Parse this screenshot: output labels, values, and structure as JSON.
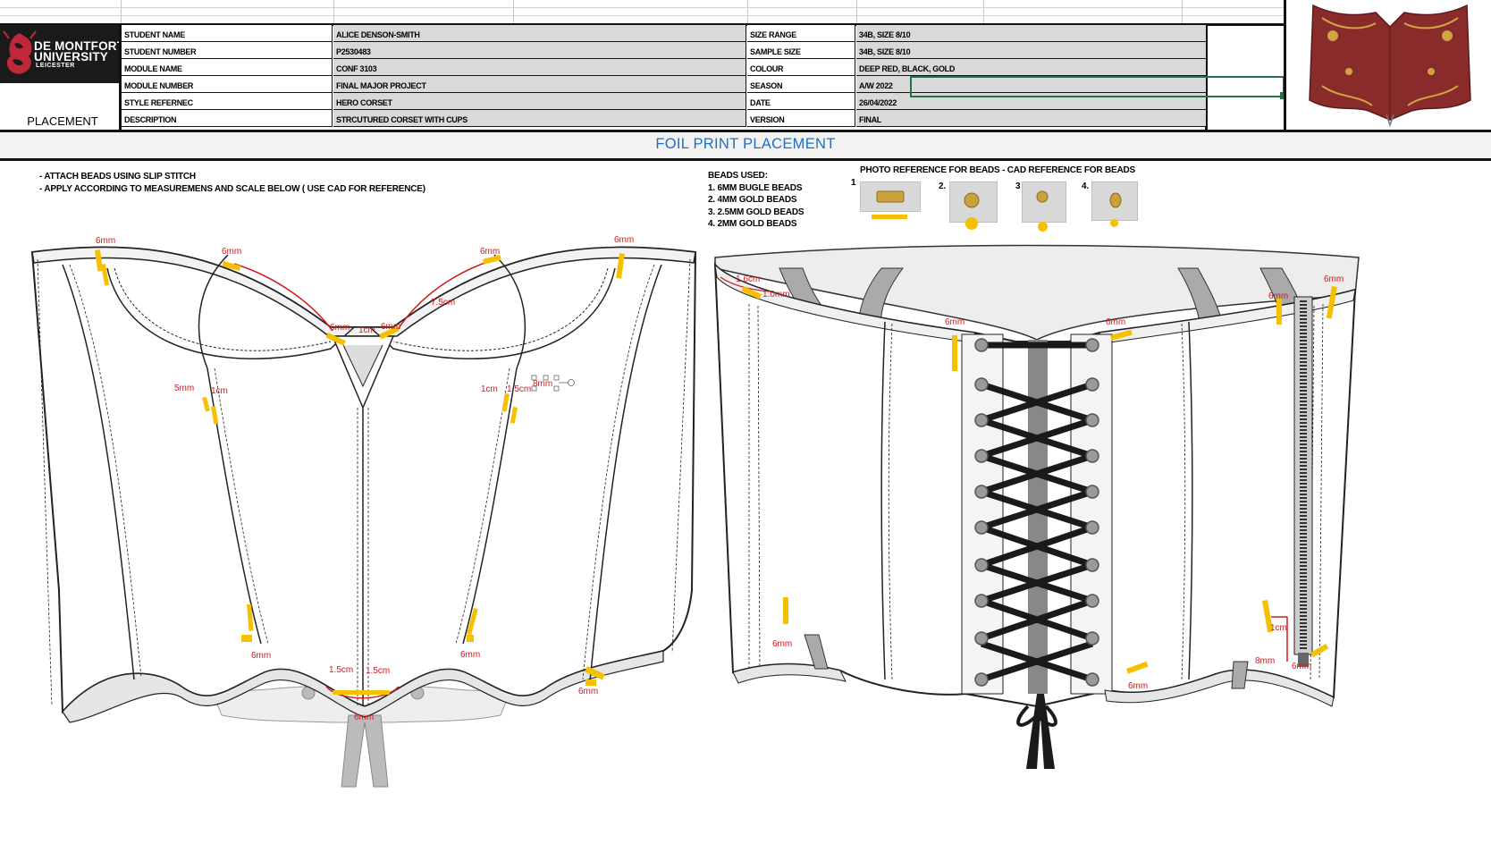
{
  "university": {
    "logo_line1": "DE MONTFORT",
    "logo_line2": "UNIVERSITY",
    "logo_sub": "LEICESTER"
  },
  "section_label": "PLACEMENT",
  "info_left": [
    {
      "label": "STUDENT NAME",
      "value": "ALICE DENSON-SMITH"
    },
    {
      "label": "STUDENT NUMBER",
      "value": "P2530483"
    },
    {
      "label": "MODULE NAME",
      "value": "CONF 3103"
    },
    {
      "label": "MODULE NUMBER",
      "value": "FINAL MAJOR PROJECT"
    },
    {
      "label": "STYLE REFERNEC",
      "value": "HERO CORSET"
    },
    {
      "label": "DESCRIPTION",
      "value": "STRCUTURED CORSET WITH CUPS"
    }
  ],
  "info_right": [
    {
      "label": "SIZE RANGE",
      "value": "34B, SIZE 8/10"
    },
    {
      "label": "SAMPLE SIZE",
      "value": "34B, SIZE 8/10"
    },
    {
      "label": "COLOUR",
      "value": "DEEP RED, BLACK, GOLD"
    },
    {
      "label": "SEASON",
      "value": "A/W 2022"
    },
    {
      "label": "DATE",
      "value": "26/04/2022"
    },
    {
      "label": "VERSION",
      "value": "FINAL"
    }
  ],
  "title": "FOIL PRINT PLACEMENT",
  "instructions": [
    "- ATTACH BEADS USING SLIP STITCH",
    "- APPLY ACCORDING TO MEASUREMENS AND SCALE BELOW ( USE CAD FOR REFERENCE)"
  ],
  "beads": {
    "heading": "BEADS USED:",
    "items": [
      "1. 6MM BUGLE BEADS",
      "2. 4MM GOLD BEADS",
      "3. 2.5MM GOLD BEADS",
      "4. 2MM GOLD BEADS"
    ]
  },
  "photo_reference": {
    "heading": "PHOTO REFERENCE FOR BEADS - CAD REFERENCE FOR BEADS",
    "labels": [
      "1",
      "2.",
      "3",
      "4."
    ]
  },
  "front_measurements": [
    "6mm",
    "6mm",
    "6mm",
    "6mm",
    "7.5cm",
    "1cm",
    "6mm",
    "6mm",
    "5mm",
    "1cm",
    "1cm",
    "1.5cm",
    "8mm",
    "6mm",
    "6mm",
    "1.5cm",
    "1.5cm",
    "6mm",
    "6mm"
  ],
  "back_measurements": [
    "1.6cm",
    "1.0mm",
    "6mm",
    "6mm",
    "6mm",
    "6mm",
    "6mm",
    "1cm",
    "8mm",
    "6mm",
    "6mm"
  ],
  "colors": {
    "accent_title": "#1f6fc0",
    "measure_red": "#d01b1b",
    "bead_gold": "#f5c000",
    "selection_green": "#217346",
    "corset_red": "#8a2b2b"
  },
  "icons": {
    "logo": "dmu-dragon-icon"
  }
}
